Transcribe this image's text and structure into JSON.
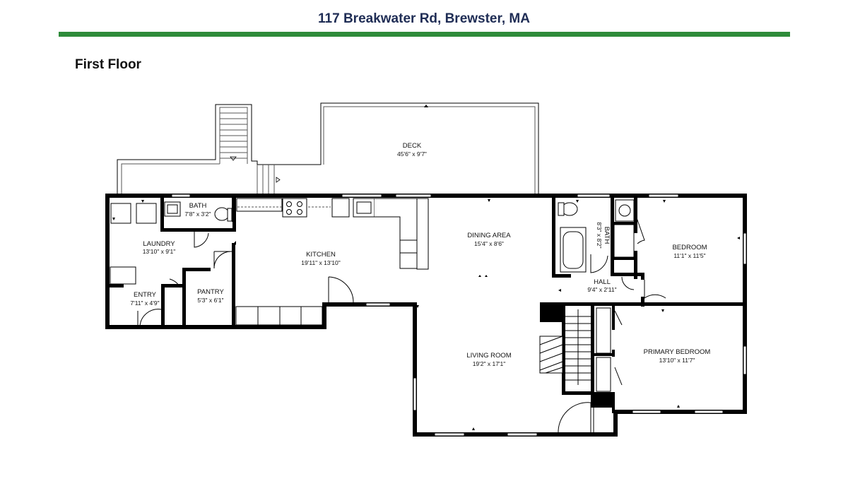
{
  "header": {
    "address": "117 Breakwater Rd, Brewster, MA",
    "floor": "First Floor",
    "accent_color": "#2e8b3a",
    "title_color": "#1f2d55"
  },
  "rooms": {
    "deck": {
      "name": "DECK",
      "dims": "45'6\" x 9'7\""
    },
    "bath1": {
      "name": "BATH",
      "dims": "7'8\" x 3'2\""
    },
    "laundry": {
      "name": "LAUNDRY",
      "dims": "13'10\" x 9'1\""
    },
    "kitchen": {
      "name": "KITCHEN",
      "dims": "19'11\" x 13'10\""
    },
    "dining": {
      "name": "DINING AREA",
      "dims": "15'4\" x 8'6\""
    },
    "entry": {
      "name": "ENTRY",
      "dims": "7'11\" x 4'9\""
    },
    "pantry": {
      "name": "PANTRY",
      "dims": "5'3\" x 6'1\""
    },
    "bath2": {
      "name": "BATH",
      "dims": "8'3\" x 8'2\""
    },
    "bedroom": {
      "name": "BEDROOM",
      "dims": "11'1\" x 11'5\""
    },
    "hall": {
      "name": "HALL",
      "dims": "9'4\" x 2'11\""
    },
    "living": {
      "name": "LIVING ROOM",
      "dims": "19'2\" x 17'1\""
    },
    "primary": {
      "name": "PRIMARY BEDROOM",
      "dims": "13'10\" x 11'7\""
    }
  }
}
